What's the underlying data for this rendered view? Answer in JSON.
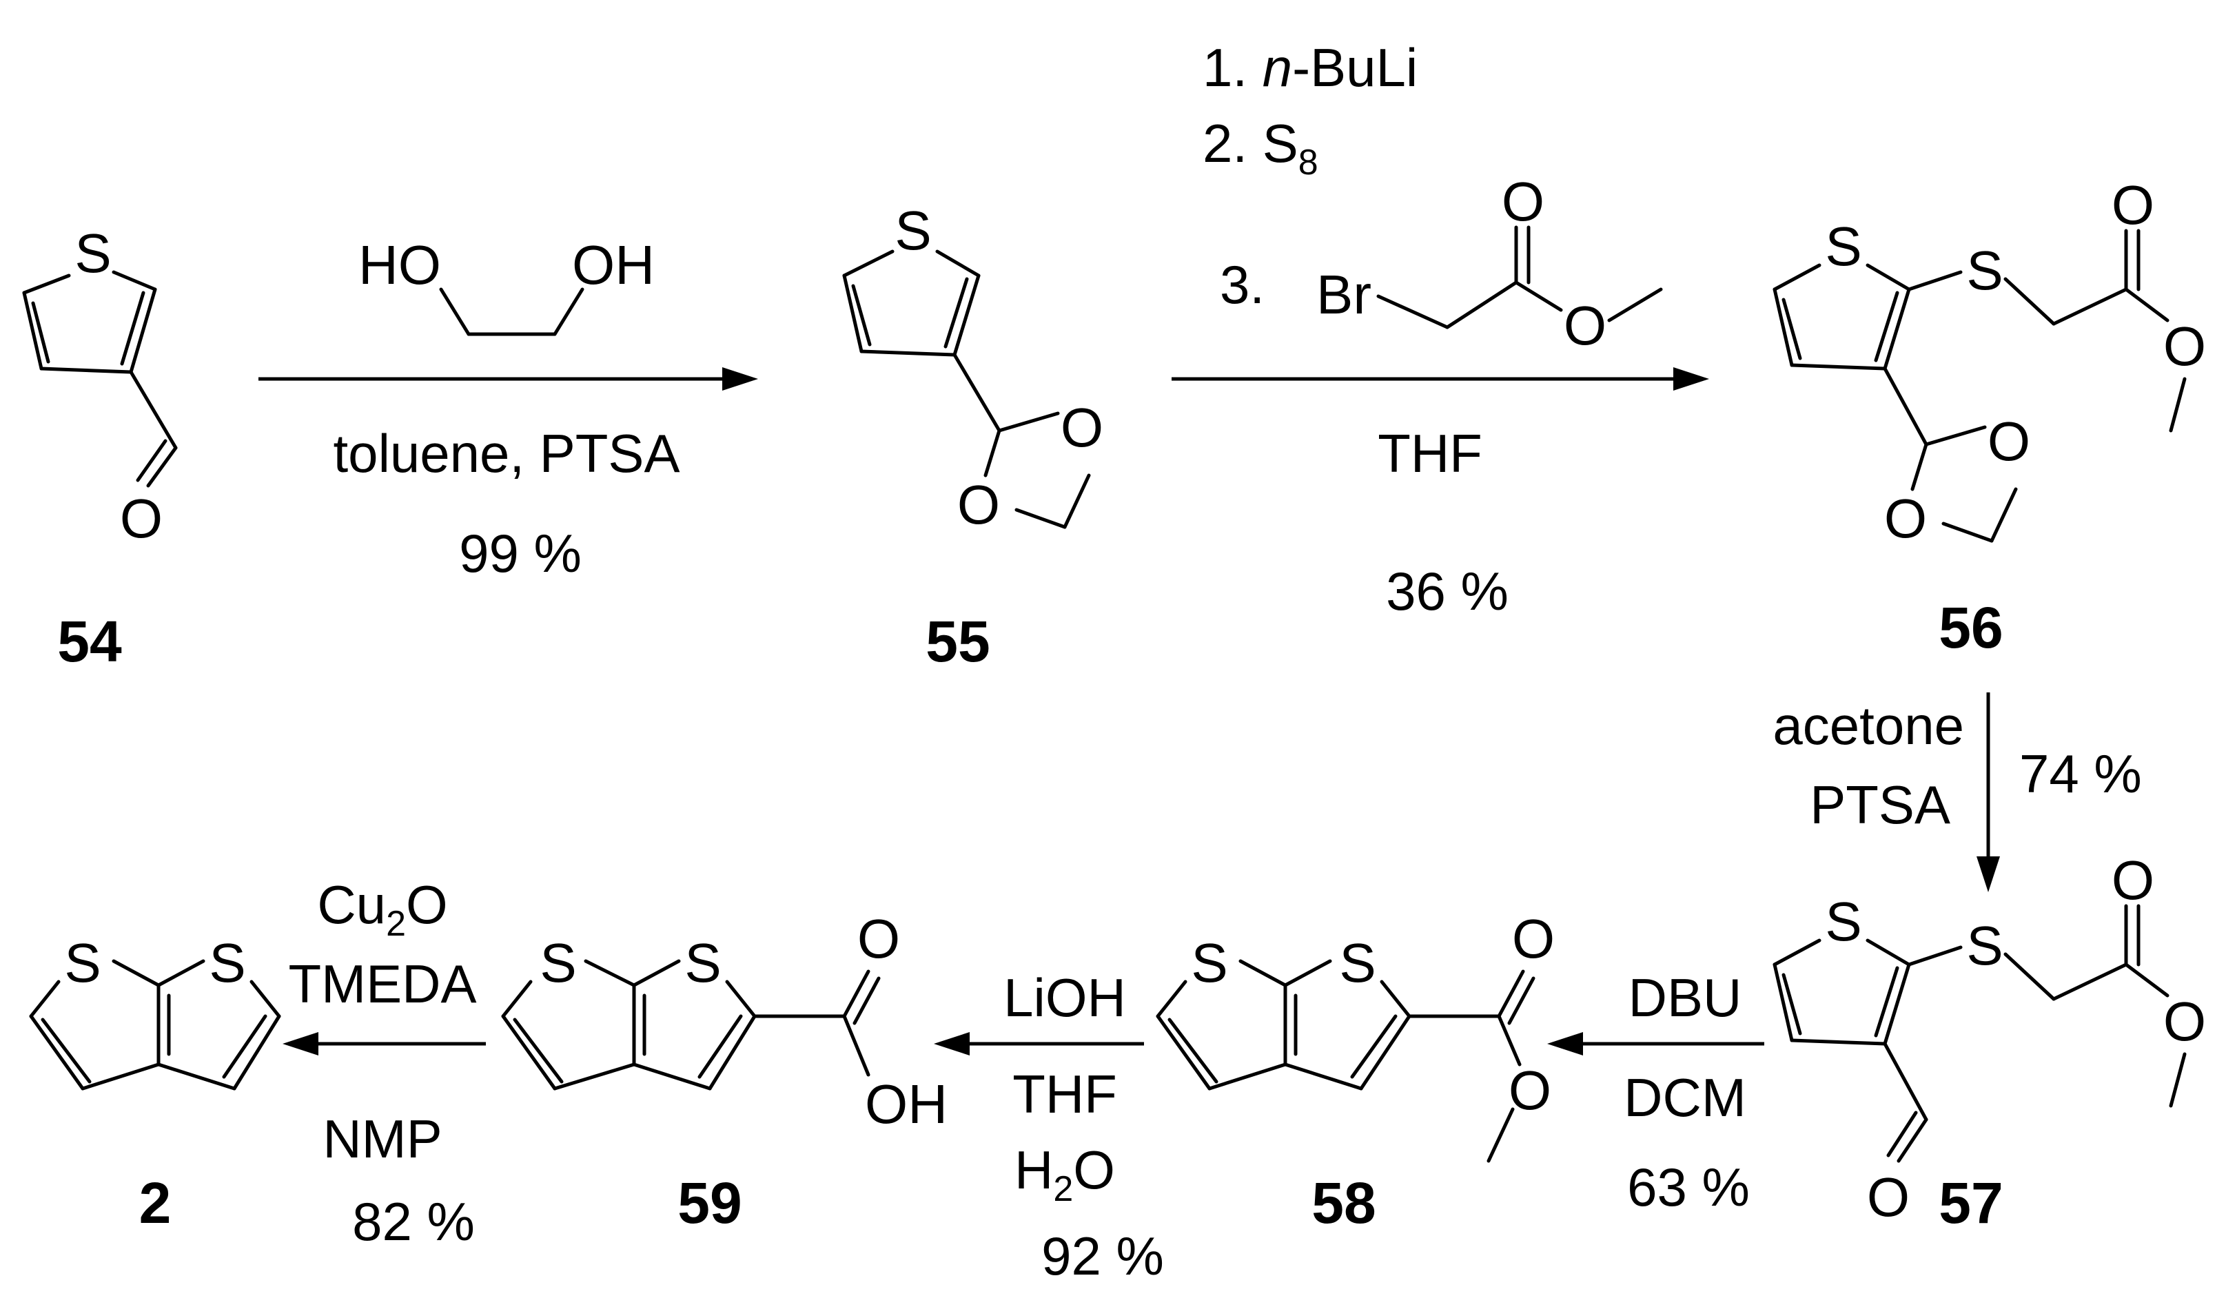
{
  "colors": {
    "ink": "#000000",
    "background": "#ffffff"
  },
  "atoms": {
    "S": "S",
    "O": "O",
    "OH": "OH",
    "HO": "HO",
    "Br": "Br"
  },
  "compounds": {
    "c54": "54",
    "c55": "55",
    "c56": "56",
    "c57": "57",
    "c58": "58",
    "c59": "59",
    "c2": "2"
  },
  "steps": {
    "step1": {
      "below": "toluene, PTSA",
      "yield": "99 %"
    },
    "step2": {
      "line1": "1. ",
      "line1_italic": "n",
      "line1_rest": "-BuLi",
      "line2": "2. S",
      "line2_sub": "8",
      "line3": "3.",
      "below": "THF",
      "yield": "36 %"
    },
    "step3": {
      "line1": "acetone",
      "line2": "PTSA",
      "yield": "74 %"
    },
    "step4": {
      "above": "DBU",
      "below": "DCM",
      "yield": "63 %"
    },
    "step5": {
      "above": "LiOH",
      "below1": "THF",
      "below2_main": "H",
      "below2_sub": "2",
      "below2_end": "O",
      "yield": "92 %"
    },
    "step6": {
      "line1_main": "Cu",
      "line1_sub": "2",
      "line1_end": "O",
      "line2": "TMEDA",
      "below": "NMP",
      "yield": "82 %"
    }
  }
}
